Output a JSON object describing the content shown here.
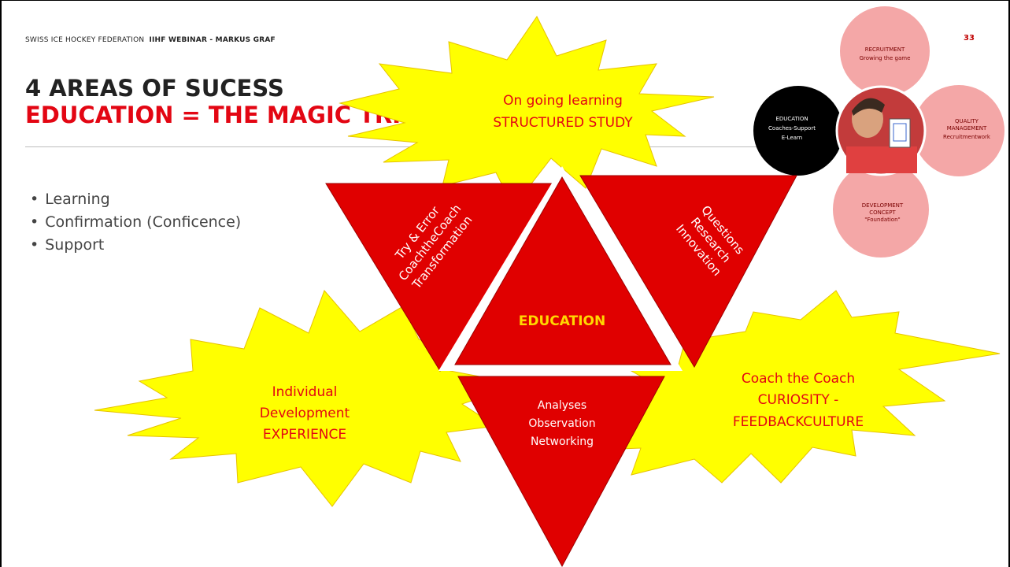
{
  "header": {
    "org": "SWISS ICE HOCKEY FEDERATION",
    "event": "IIHF WEBINAR - MARKUS GRAF",
    "page_number": "33"
  },
  "title": {
    "line1": "4 AREAS OF SUCESS",
    "line2": "EDUCATION = THE MAGIC TRI"
  },
  "bullets": [
    "Learning",
    "Confirmation (Conficence)",
    "Support"
  ],
  "triangles": {
    "center": "EDUCATION",
    "left": [
      "Try & Error",
      "CoachtheCoach",
      "Transformation"
    ],
    "right": [
      "Questions",
      "Research",
      "Innovation"
    ],
    "bottom": [
      "Analyses",
      "Observation",
      "Networking"
    ]
  },
  "stars": {
    "top": [
      "On going learning",
      "STRUCTURED STUDY"
    ],
    "left": [
      "Individual",
      "Development",
      "EXPERIENCE"
    ],
    "right": [
      "Coach the Coach",
      "CURIOSITY -",
      "FEEDBACKCULTURE"
    ]
  },
  "circles": {
    "top": [
      "RECRUITMENT",
      "Growing the game"
    ],
    "right": [
      "QUALITY",
      "MANAGEMENT",
      "Recruitmentwork"
    ],
    "bottom": [
      "DEVELOPMENT",
      "CONCEPT",
      "\"Foundation\""
    ],
    "left": [
      "EDUCATION",
      "Coaches-Support",
      "E-Learn"
    ]
  },
  "colors": {
    "red": "#e30613",
    "triangle_red": "#e00000",
    "star_yellow": "#ffff00",
    "circle_pink": "#f4a7a7",
    "dark_circle": "#000000"
  }
}
